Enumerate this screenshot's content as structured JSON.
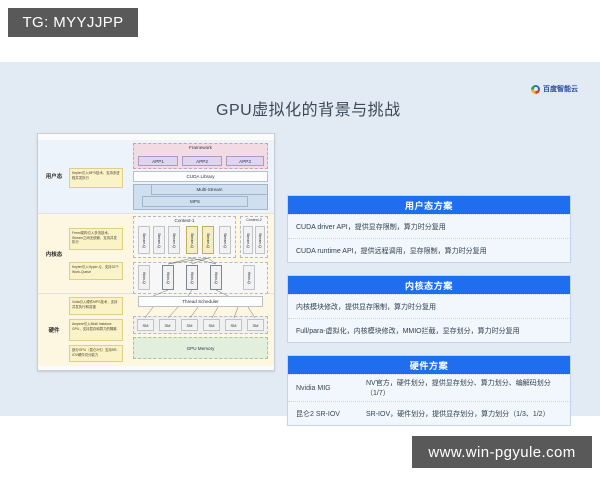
{
  "overlays": {
    "top_tag": "TG: MYYJJPP",
    "bottom_tag": "www.win-pgyule.com"
  },
  "slide": {
    "title": "GPU虚拟化的背景与挑战",
    "brand": "百度智能云",
    "brand_icon": "baidu-cloud-logo",
    "background_color": "#e2eaf3",
    "accent_color": "#1f6ef0"
  },
  "diagram": {
    "name": "gpu-virtualization-stack-diagram",
    "layers": [
      {
        "label": "用户态"
      },
      {
        "label": "内核态"
      },
      {
        "label": "硬件"
      }
    ],
    "notes": [
      "Kepler引入MPS技术，支持多进程并发执行",
      "Fermi架构引入多流技术，Stream之间无依赖，支持并发执行",
      "Kepler引入Hyper-Q，支持32个Work-Queue",
      "Volta引入硬件MPS技术，支持并发执行和容错",
      "Ampere引入Multi Instance GPU，支持显存和算力的隔离",
      "部分GPU（昆仑2代）支持SR-IOV硬件切分能力"
    ],
    "blocks": {
      "framework": "Framework",
      "apps": [
        "APP1",
        "APP2",
        "APP3"
      ],
      "cuda_library": "CUDA Library",
      "multi_stream": "Multi-Stream",
      "mps": "MPS",
      "context1": "Context-1",
      "context2": "Context-2",
      "stream_q": "Stream-Q",
      "work_q": "Work-Q",
      "thread_scheduler": "Thread Scheduler",
      "sm": "SM",
      "gpu_memory": "GPU Memory"
    },
    "counts": {
      "context1_streams": 6,
      "context1_highlighted": [
        3,
        4
      ],
      "context2_streams": 2,
      "work_q_total": 6,
      "work_q_highlighted": [
        1,
        2,
        3
      ],
      "sm_count": 6
    }
  },
  "panels": [
    {
      "name": "user-mode-solutions",
      "title": "用户态方案",
      "layout": "single",
      "rows": [
        {
          "text": "CUDA driver API，提供显存限制，算力时分复用"
        },
        {
          "text": "CUDA runtime API，提供远程调用，显存限制，算力时分复用"
        }
      ]
    },
    {
      "name": "kernel-mode-solutions",
      "title": "内核态方案",
      "layout": "single",
      "rows": [
        {
          "text": "内核模块修改，提供显存限制，算力时分复用"
        },
        {
          "text": "Full/para-虚拟化，内核模块修改，MMIO拦截，显存划分，算力时分复用"
        }
      ]
    },
    {
      "name": "hardware-solutions",
      "title": "硬件方案",
      "layout": "two-column",
      "rows": [
        {
          "key": "Nvidia MIG",
          "value": "NV官方，硬件划分，提供显存划分、算力划分、编解码划分（1/7）"
        },
        {
          "key": "昆仑2 SR-IOV",
          "value": "SR-IOV，硬件划分，提供显存划分，算力划分（1/3、1/2）"
        }
      ]
    }
  ]
}
